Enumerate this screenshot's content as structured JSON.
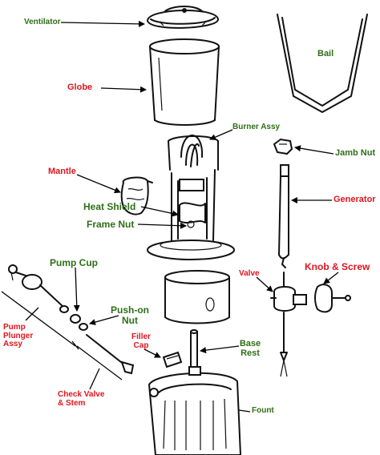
{
  "labels": {
    "ventilator": "Ventilator",
    "bail": "Bail",
    "globe": "Globe",
    "burner_assy": "Burner Assy",
    "jamb_nut": "Jamb Nut",
    "mantle": "Mantle",
    "generator": "Generator",
    "heat_shield": "Heat Shield",
    "frame_nut": "Frame Nut",
    "pump_cup": "Pump Cup",
    "knob_screw": "Knob & Screw",
    "valve": "Valve",
    "push_on_nut_1": "Push-on",
    "push_on_nut_2": "Nut",
    "filler_cap_1": "Filler",
    "filler_cap_2": "Cap",
    "base_rest_1": "Base",
    "base_rest_2": "Rest",
    "pump_plunger_1": "Pump",
    "pump_plunger_2": "Plunger",
    "pump_plunger_3": "Assy",
    "check_valve_1": "Check Valve",
    "check_valve_2": "& Stem",
    "fount": "Fount"
  },
  "colors": {
    "green_label": "#2e6f17",
    "red_label": "#e0141c",
    "line": "#111111"
  }
}
